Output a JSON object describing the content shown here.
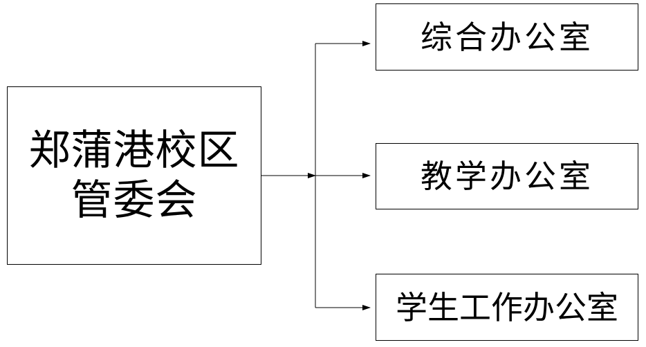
{
  "diagram": {
    "root": {
      "label": "郑蒲港校区\n管委会"
    },
    "children": [
      {
        "label": "综合办公室"
      },
      {
        "label": "教学办公室"
      },
      {
        "label": "学生工作办公室"
      }
    ],
    "colors": {
      "line": "#000000",
      "box_border": "#000000",
      "text": "#000000",
      "background": "#ffffff"
    }
  }
}
